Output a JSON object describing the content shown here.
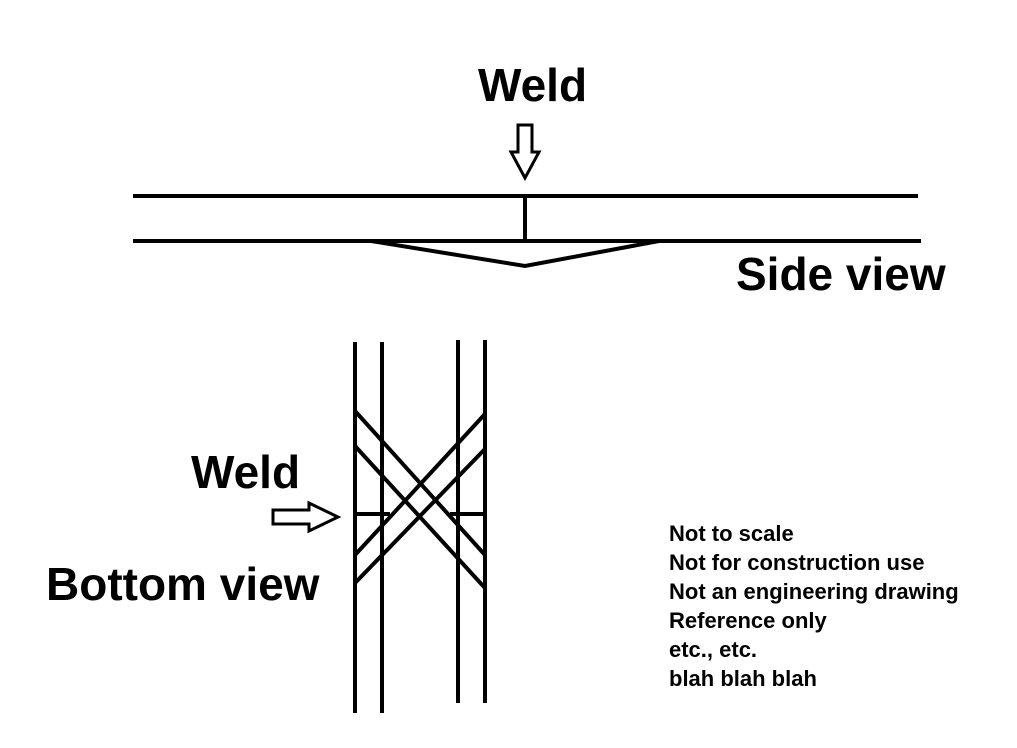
{
  "side_view": {
    "weld_label": "Weld",
    "view_label": "Side view"
  },
  "bottom_view": {
    "weld_label": "Weld",
    "view_label": "Bottom view"
  },
  "notes": [
    "Not to scale",
    "Not for construction use",
    "Not an engineering drawing",
    "Reference only",
    "etc., etc.",
    "blah blah blah"
  ],
  "colors": {
    "ink": "#000000",
    "background": "#ffffff"
  }
}
